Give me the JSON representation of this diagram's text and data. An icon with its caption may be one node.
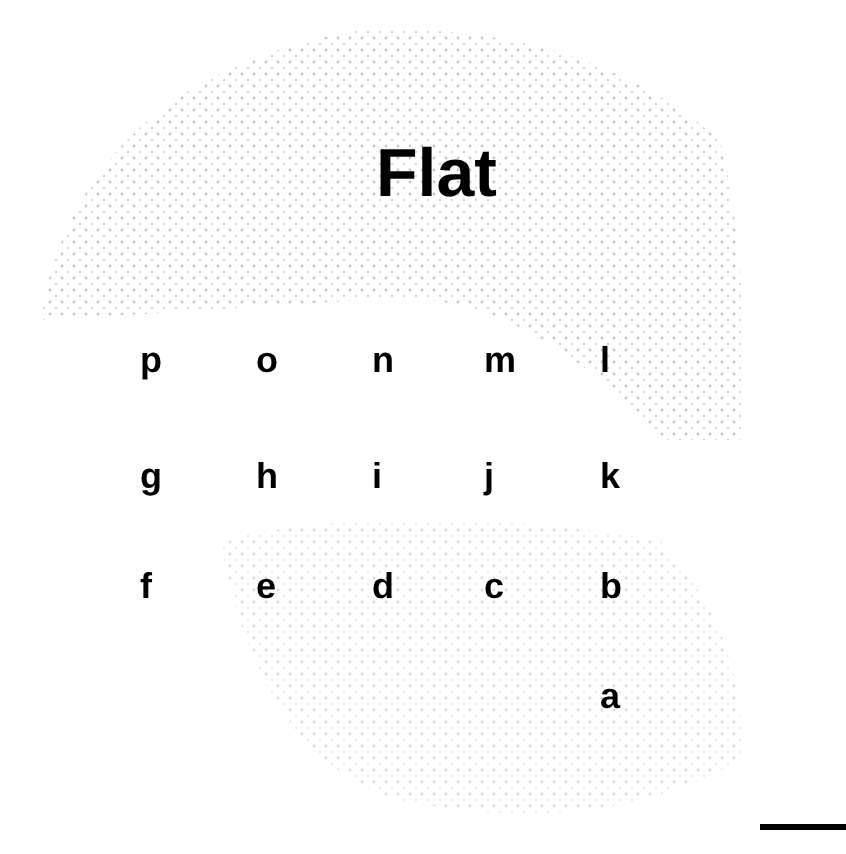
{
  "diagram": {
    "title": "Flat",
    "labels": [
      "p",
      "o",
      "n",
      "m",
      "l",
      "g",
      "h",
      "i",
      "j",
      "k",
      "f",
      "e",
      "d",
      "c",
      "b",
      "a"
    ]
  }
}
